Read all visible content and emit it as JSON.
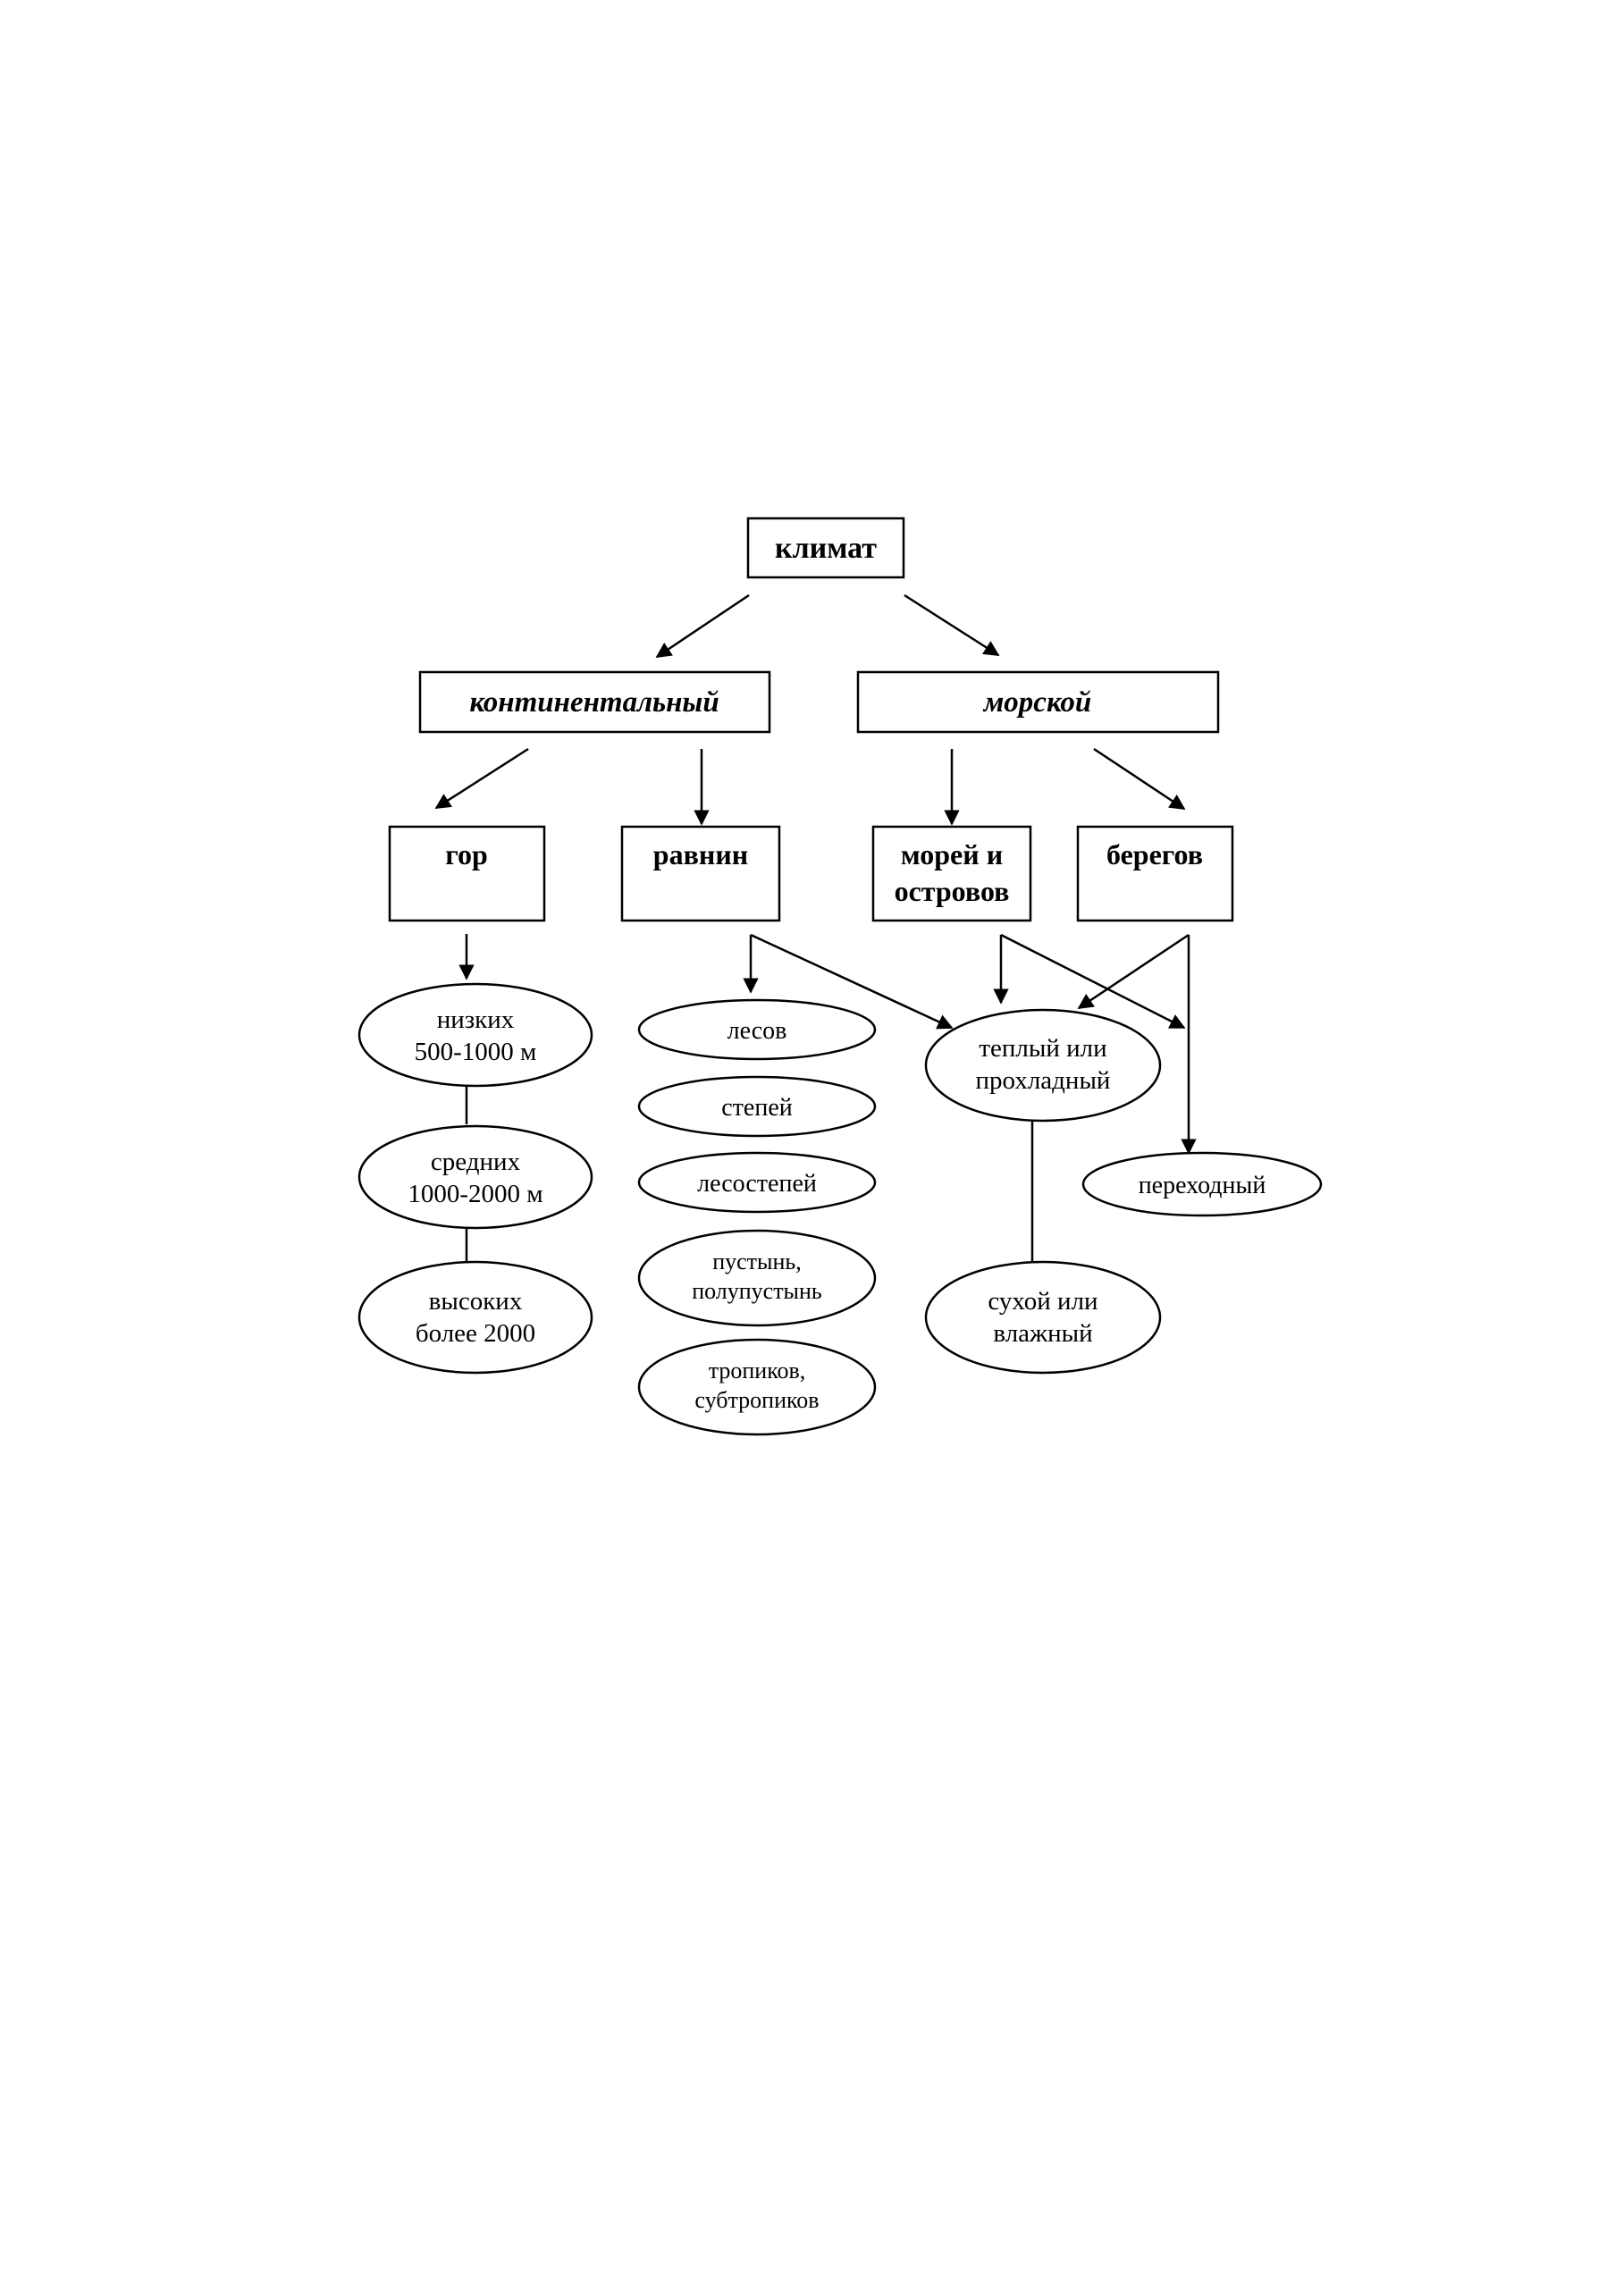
{
  "root": {
    "label": "климат"
  },
  "types": {
    "continental": "континентальный",
    "marine": "морской"
  },
  "subtypes": {
    "mountains": "гор",
    "plains": "равнин",
    "seas_line1": "морей и",
    "seas_line2": "островов",
    "coasts": "берегов"
  },
  "mountain_levels": {
    "low_line1": "низких",
    "low_line2": "500-1000 м",
    "mid_line1": "средних",
    "mid_line2": "1000-2000 м",
    "high_line1": "высоких",
    "high_line2": "более 2000"
  },
  "plain_zones": {
    "forests": "лесов",
    "steppes": "степей",
    "forest_steppes": "лесостепей",
    "deserts_line1": "пустынь,",
    "deserts_line2": "полупустынь",
    "tropics_line1": "тропиков,",
    "tropics_line2": "субтропиков"
  },
  "marine_characteristics": {
    "warm_line1": "теплый или",
    "warm_line2": "прохладный",
    "transitional": "переходный",
    "dry_line1": "сухой или",
    "dry_line2": "влажный"
  }
}
